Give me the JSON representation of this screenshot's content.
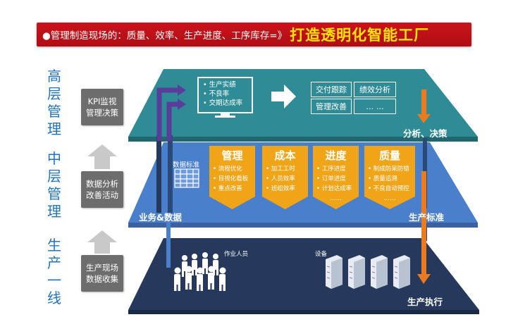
{
  "banner": {
    "text": "●管理制造现场的：质量、效率、生产进度、工序库存=》",
    "accent": "打造透明化智能工厂"
  },
  "side_labels": {
    "high": "高层管理",
    "mid": "中层管理",
    "front": "生产一线"
  },
  "side_boxes": {
    "top": [
      "KPI监视",
      "管理决策"
    ],
    "middle": [
      "数据分析",
      "改善活动"
    ],
    "bottom": [
      "生产现场",
      "数据收集"
    ]
  },
  "top_layer": {
    "monitor_items": [
      "• 生产实绩",
      "• 不良率",
      "• 交期达成率"
    ],
    "boxes": [
      "交付跟踪",
      "绩效分析",
      "管理改善",
      "… …"
    ],
    "caption": "分析、决策"
  },
  "mid_layer": {
    "data_label": "数据标准",
    "cards": [
      {
        "title": "管理",
        "items": [
          "• 流程优化",
          "• 目视化看板",
          "• 重点改善"
        ]
      },
      {
        "title": "成本",
        "items": [
          "• 加工工时",
          "• 人员效率",
          "• 班组效率"
        ]
      },
      {
        "title": "进度",
        "items": [
          "• 工序进度",
          "• 订单进度",
          "• 计划达成率",
          "……"
        ]
      },
      {
        "title": "质量",
        "items": [
          "• 制成防呆防错",
          "• 质量追溯",
          "• 不良自动预控",
          "……"
        ]
      }
    ],
    "caption_left": "业务&数据",
    "caption_right": "生产标准"
  },
  "bottom_layer": {
    "people_label": "作业人员",
    "equipment_label": "设备",
    "caption": "生产执行"
  },
  "colors": {
    "banner_bg": "#c8141c",
    "banner_accent": "#ffe400",
    "top_layer": "#2f8c96",
    "mid_layer": "#4a7fcb",
    "bottom_layer": "#26395c",
    "card": "#f0a418",
    "side_text": "#1f73c2",
    "side_box": "#6d6d6d",
    "arrow_orange": "#ec7a1f",
    "arrow_purple": "#5a3d9a"
  },
  "icons": [
    "monitor-icon",
    "right-arrow-icon",
    "table-icon",
    "worker-icon",
    "server-icon",
    "up-arrow-icon"
  ]
}
